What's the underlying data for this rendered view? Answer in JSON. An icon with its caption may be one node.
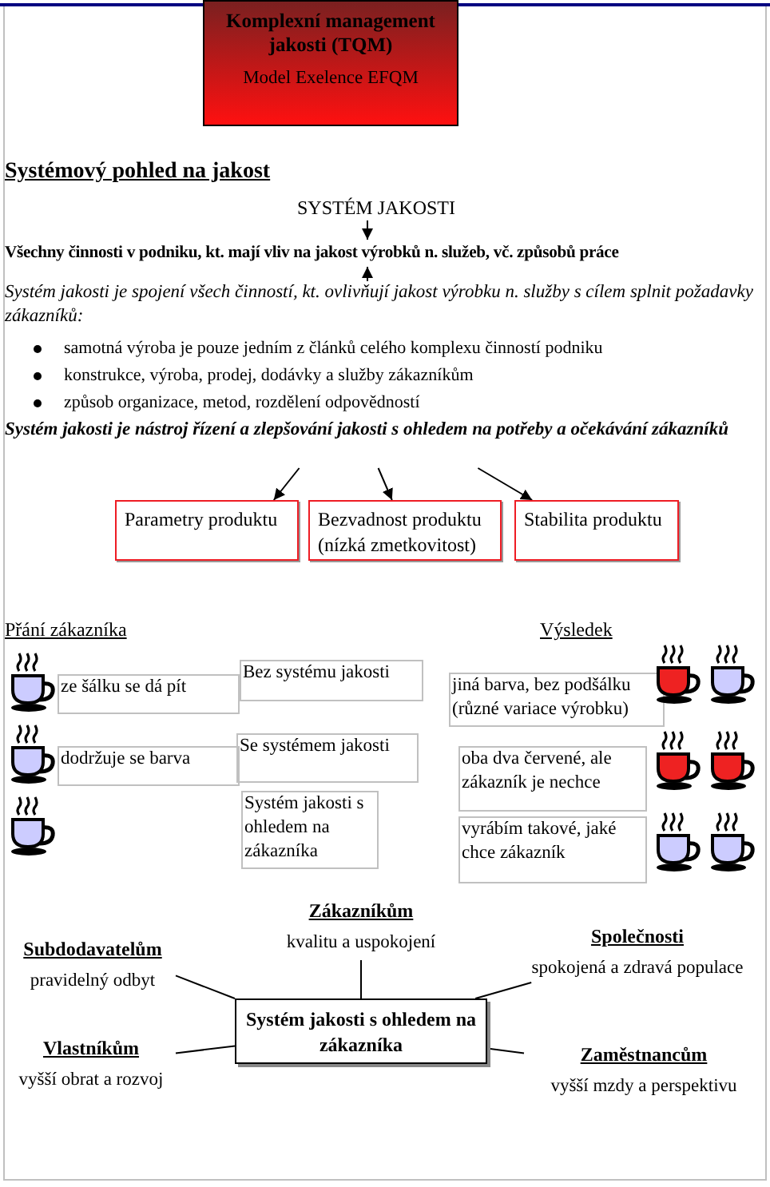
{
  "diagram": {
    "nodes": [
      {
        "text": [
          "Komplexní management jakosti (TQM)",
          "Model Exelence EFQM"
        ]
      },
      {
        "text": [
          "SYSTÉM JAKOSTI"
        ]
      },
      {
        "text": [
          "Všechny činnosti v podniku, kt. mají vliv na jakost výrobků n. služeb, vč. způsobů práce"
        ]
      },
      {
        "text": [
          "Systém jakosti je spojení všech činností, kt. ovlivňují jakost výrobku n. služby s cílem splnit požadavky zákazníků:"
        ]
      },
      {
        "text": [
          "Systém jakosti je nástroj řízení a zlepšování jakosti s ohledem na potřeby a očekávání zákazníků"
        ]
      },
      {
        "text": [
          "Parametry produktu"
        ]
      },
      {
        "text": [
          "Bezvadnost produktu (nízká zmetkovitost)"
        ]
      },
      {
        "text": [
          "Stabilita produktu"
        ]
      },
      {
        "text": [
          "ze šálku se dá pít"
        ]
      },
      {
        "text": [
          "Bez systému jakosti"
        ]
      },
      {
        "text": [
          "jiná barva, bez podšálku (různé variace výrobku)"
        ]
      },
      {
        "text": [
          "dodržuje se barva"
        ]
      },
      {
        "text": [
          "Se systémem jakosti"
        ]
      },
      {
        "text": [
          "oba dva červené, ale zákazník je nechce"
        ]
      },
      {
        "text": [
          "Systém jakosti s ohledem na zákazníka"
        ]
      },
      {
        "text": [
          "vyrábím takové, jaké chce zákazník"
        ]
      },
      {
        "text": [
          "Zákazníkům",
          "kvalitu a uspokojení"
        ]
      },
      {
        "text": [
          "Subdodavatelům",
          "pravidelný odbyt"
        ]
      },
      {
        "text": [
          "Společnosti",
          "spokojená a zdravá populace"
        ]
      },
      {
        "text": [
          "Systém jakosti s ohledem na zákazníka"
        ]
      },
      {
        "text": [
          "Vlastníkům",
          "vyšší obrat a rozvoj"
        ]
      },
      {
        "text": [
          "Zaměstnancům",
          "vyšší mzdy a perspektivu"
        ]
      }
    ],
    "edges": [
      {
        "from": 1,
        "to": 2,
        "arrow": "to"
      },
      {
        "from": 3,
        "to": 2,
        "arrow": "to"
      },
      {
        "from": 4,
        "to": 5,
        "arrow": "to"
      },
      {
        "from": 4,
        "to": 6,
        "arrow": "to"
      },
      {
        "from": 4,
        "to": 7,
        "arrow": "to"
      },
      {
        "from": 19,
        "to": 16,
        "arrow": "none"
      },
      {
        "from": 19,
        "to": 17,
        "arrow": "none"
      },
      {
        "from": 19,
        "to": 18,
        "arrow": "none"
      },
      {
        "from": 19,
        "to": 20,
        "arrow": "none"
      },
      {
        "from": 19,
        "to": 21,
        "arrow": "none"
      }
    ],
    "labels": [
      "Systémový pohled na jakost",
      "samotná výroba je pouze jedním z článků celého komplexu činností podniku",
      "konstrukce, výroba, prodej, dodávky a služby zákazníkům",
      "způsob organizace, metod, rozdělení odpovědností",
      "Přání zákazníka",
      "Výsledek"
    ]
  }
}
